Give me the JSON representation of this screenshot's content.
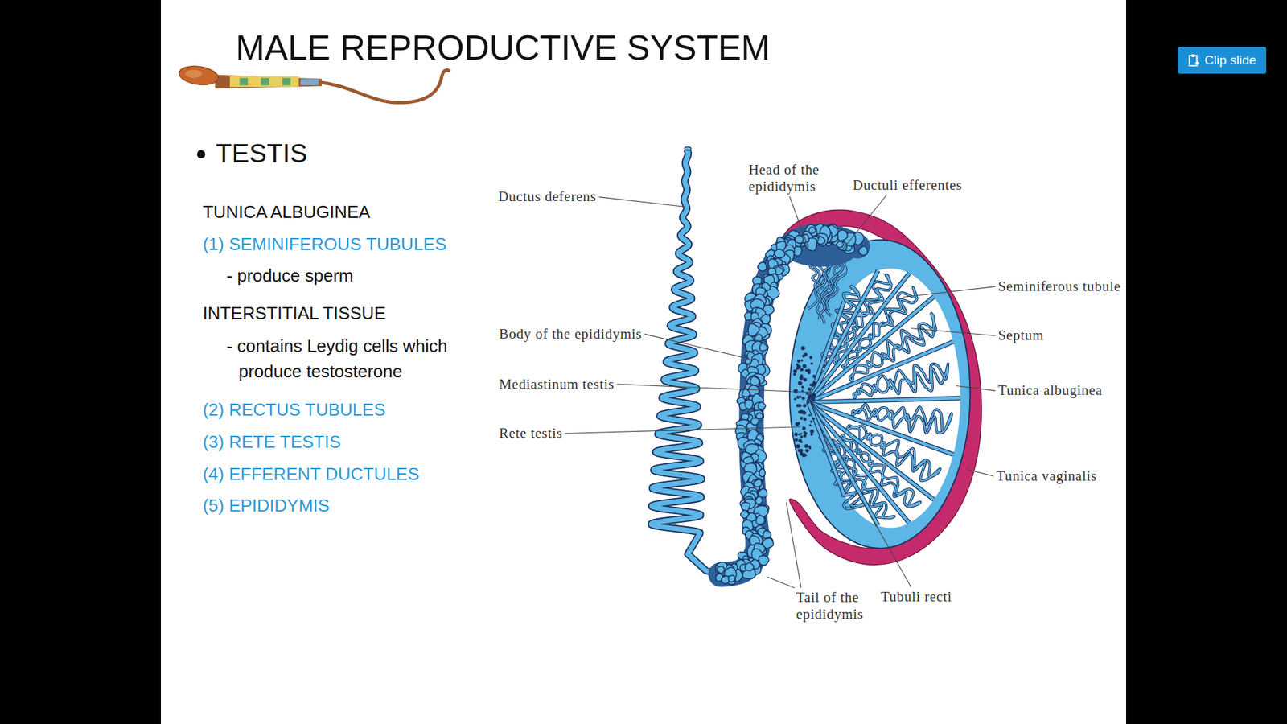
{
  "diagram": {
    "title": "MALE REPRODUCTIVE SYSTEM",
    "nodes": [
      {
        "text": [
          "Clip slide"
        ]
      }
    ],
    "labels": [
      "TESTIS",
      "TUNICA ALBUGINEA",
      "(1) SEMINIFEROUS TUBULES",
      "- produce sperm",
      "INTERSTITIAL TISSUE",
      "- contains Leydig cells which produce testosterone",
      "(2) RECTUS TUBULES",
      "(3) RETE TESTIS",
      "(4) EFFERENT DUCTULES",
      "(5) EPIDIDYMIS",
      "Head of the epididymis",
      "Ductuli efferentes",
      "Ductus deferens",
      "Seminiferous tubule",
      "Body of the epididymis",
      "Septum",
      "Mediastinum testis",
      "Tunica albuginea",
      "Rete testis",
      "Tunica vaginalis",
      "Tail of the epididymis",
      "Tubuli recti"
    ]
  }
}
